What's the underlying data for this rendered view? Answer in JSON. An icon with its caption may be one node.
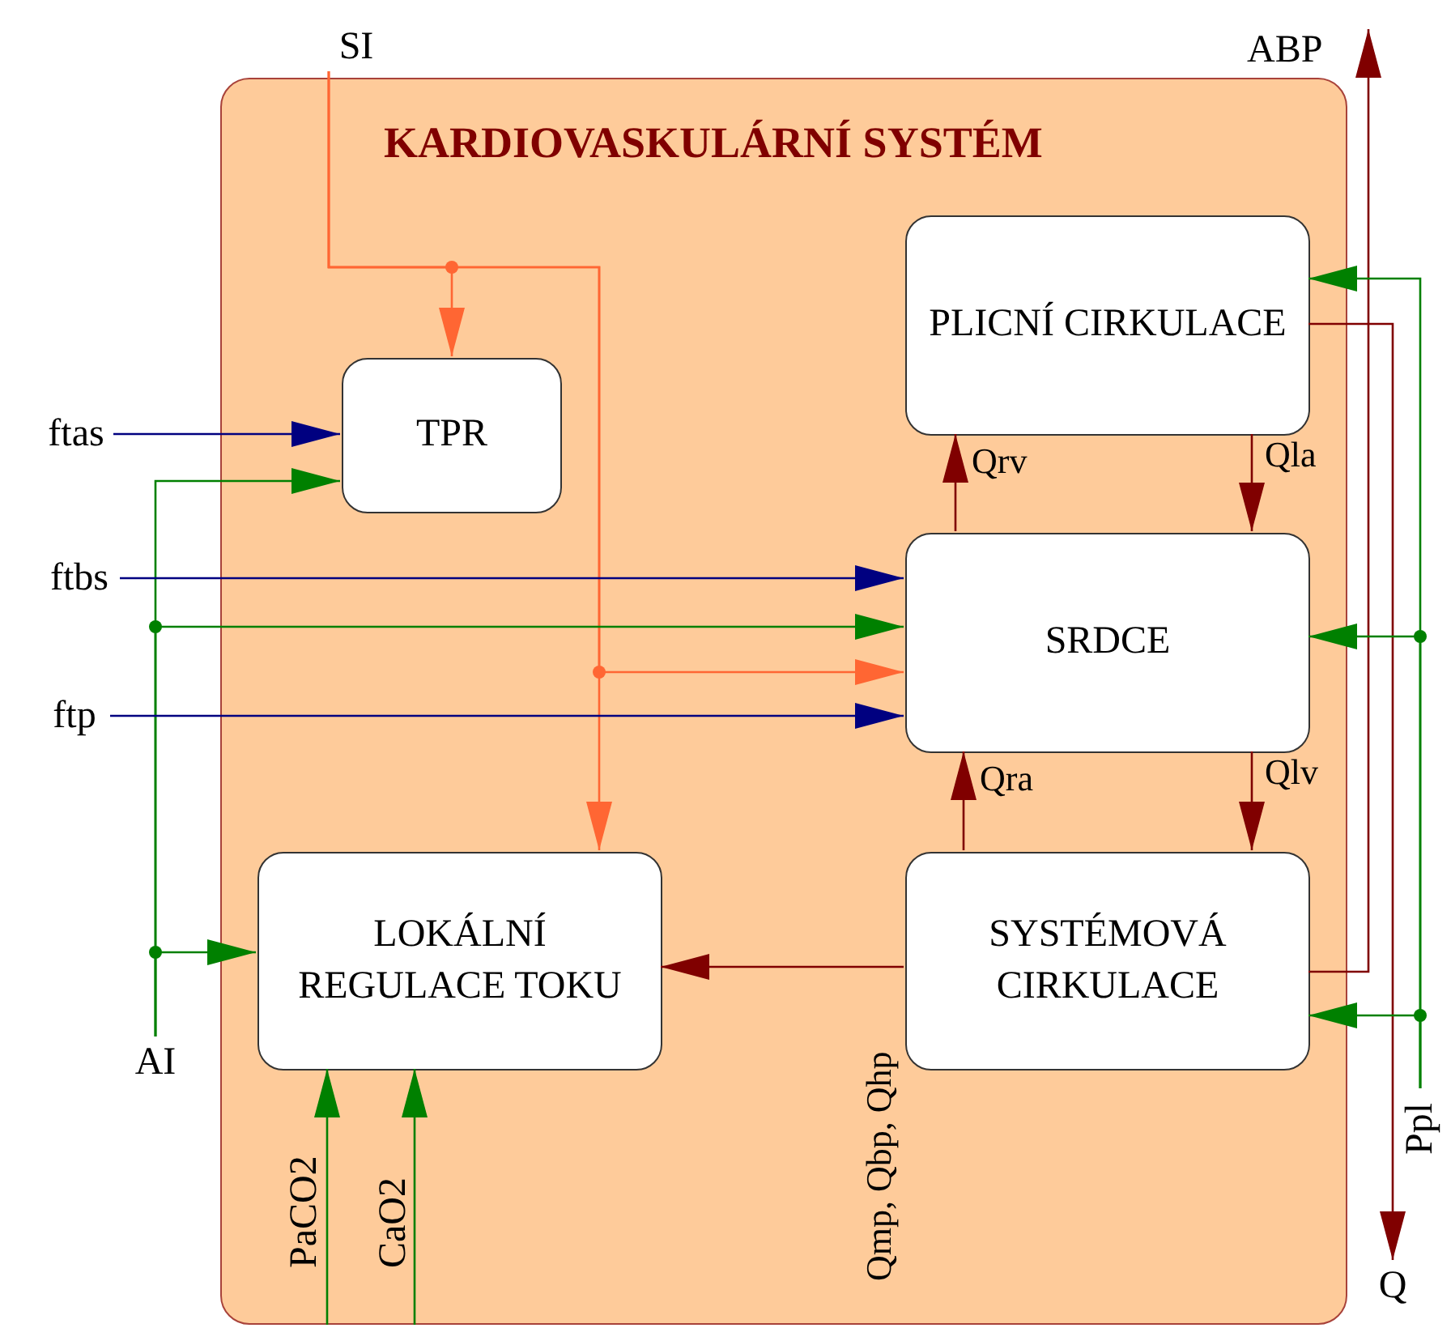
{
  "diagram": {
    "nodes": [
      {
        "text": [
          "KARDIOVASKULÁRNÍ SYSTÉM"
        ]
      },
      {
        "text": [
          "TPR"
        ],
        "in": 0
      },
      {
        "text": [
          "PLICNÍ CIRKULACE"
        ],
        "in": 0
      },
      {
        "text": [
          "SRDCE"
        ],
        "in": 0
      },
      {
        "text": [
          "LOKÁLNÍ REGULACE TOKU"
        ],
        "in": 0
      },
      {
        "text": [
          "SYSTÉMOVÁ CIRKULACE"
        ],
        "in": 0
      },
      {
        "text": [
          "SI"
        ]
      },
      {
        "text": [
          "ftas"
        ]
      },
      {
        "text": [
          "ftbs"
        ]
      },
      {
        "text": [
          "ftp"
        ]
      },
      {
        "text": [
          "AI"
        ]
      },
      {
        "text": [
          "PaCO2"
        ],
        "in": 0
      },
      {
        "text": [
          "CaO2"
        ],
        "in": 0
      },
      {
        "text": [
          "ABP"
        ]
      },
      {
        "text": [
          "Q"
        ]
      },
      {
        "text": [
          "Ppl"
        ]
      }
    ],
    "edges": [
      {
        "from": 6,
        "to": 1,
        "arrow": "to",
        "color": "#ff6633"
      },
      {
        "from": 6,
        "to": 4,
        "arrow": "to",
        "color": "#ff6633"
      },
      {
        "from": 6,
        "to": 3,
        "arrow": "to",
        "color": "#ff6633"
      },
      {
        "from": 7,
        "to": 1,
        "arrow": "to",
        "color": "#000080"
      },
      {
        "from": 10,
        "to": 1,
        "arrow": "to"
      },
      {
        "from": 8,
        "to": 3,
        "arrow": "to",
        "color": "#000080"
      },
      {
        "from": 10,
        "to": 3,
        "arrow": "to"
      },
      {
        "from": 9,
        "to": 3,
        "arrow": "to",
        "color": "#000080"
      },
      {
        "from": 10,
        "to": 4,
        "arrow": "to"
      },
      {
        "from": 11,
        "to": 4,
        "arrow": "to"
      },
      {
        "from": 12,
        "to": 4,
        "arrow": "to"
      },
      {
        "from": 3,
        "to": 2,
        "arrow": "to",
        "label": "Qrv",
        "color": "#800000"
      },
      {
        "from": 2,
        "to": 3,
        "arrow": "to",
        "label": "Qla",
        "color": "#800000"
      },
      {
        "from": 5,
        "to": 3,
        "arrow": "to",
        "label": "Qra",
        "color": "#800000"
      },
      {
        "from": 3,
        "to": 5,
        "arrow": "to",
        "label": "Qlv",
        "color": "#800000"
      },
      {
        "from": 5,
        "to": 4,
        "arrow": "to",
        "color": "#800000"
      },
      {
        "from": 5,
        "to": 13,
        "arrow": "to",
        "color": "#800000"
      },
      {
        "from": 2,
        "to": 14,
        "arrow": "to",
        "color": "#800000"
      },
      {
        "from": 15,
        "to": 2,
        "arrow": "to"
      },
      {
        "from": 15,
        "to": 3,
        "arrow": "to"
      },
      {
        "from": 15,
        "to": 5,
        "arrow": "to"
      }
    ],
    "labels": [
      "Qmp, Qbp, Qhp"
    ]
  }
}
